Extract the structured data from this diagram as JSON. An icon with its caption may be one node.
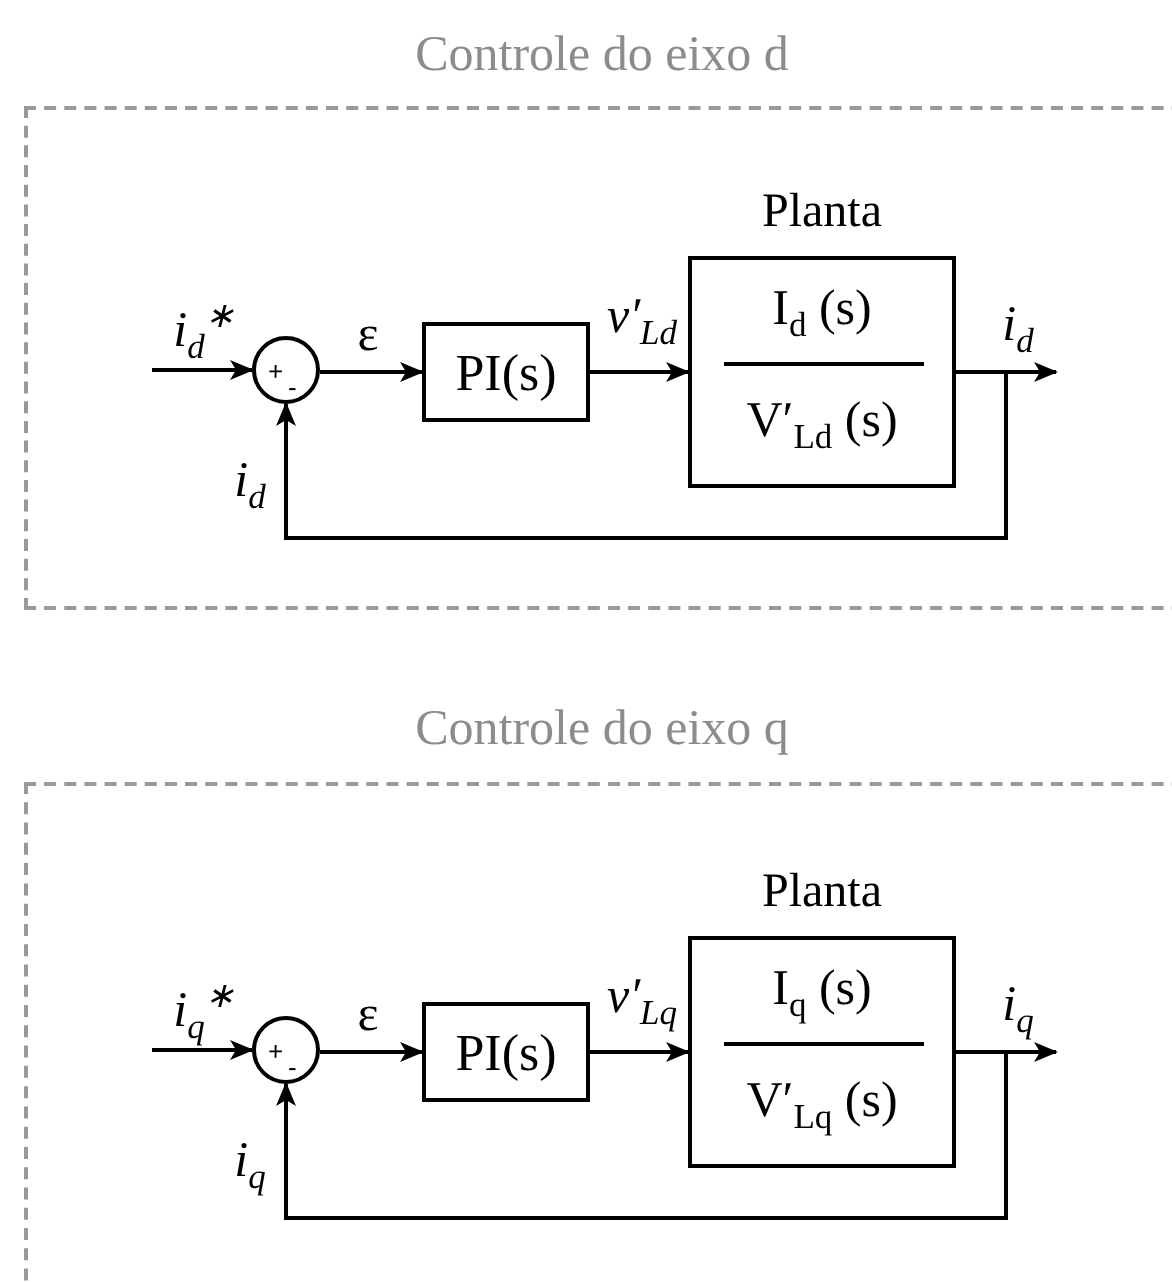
{
  "diagram": {
    "nodes": [
      {
        "text": [
          "Controle do eixo d"
        ]
      },
      {
        "text": [
          "+",
          "-"
        ],
        "in": 0
      },
      {
        "text": [
          "PI(s)"
        ],
        "in": 0
      },
      {
        "text": [
          "Planta",
          "I$_{d}$ (s)",
          "V′$_{Ld}$ (s)"
        ],
        "in": 0
      },
      {
        "text": [
          "Controle do eixo q"
        ]
      },
      {
        "text": [
          "+",
          "-"
        ],
        "in": 4
      },
      {
        "text": [
          "PI(s)"
        ],
        "in": 4
      },
      {
        "text": [
          "Planta",
          "I$_{q}$ (s)",
          "V′$_{Lq}$ (s)"
        ],
        "in": 4
      }
    ],
    "edges": [
      {
        "from": null,
        "to": 1,
        "arrow": "to",
        "label": "i$_{d}$$^{∗}$"
      },
      {
        "from": 1,
        "to": 2,
        "arrow": "to",
        "label": "ε"
      },
      {
        "from": 2,
        "to": 3,
        "arrow": "to",
        "label": "v′$_{Ld}$"
      },
      {
        "from": 3,
        "to": null,
        "arrow": "to",
        "label": "i$_{d}$"
      },
      {
        "from": 3,
        "to": 1,
        "arrow": "to",
        "label": "i$_{d}$"
      },
      {
        "from": null,
        "to": 5,
        "arrow": "to",
        "label": "i$_{q}$$^{∗}$"
      },
      {
        "from": 5,
        "to": 6,
        "arrow": "to",
        "label": "ε"
      },
      {
        "from": 6,
        "to": 7,
        "arrow": "to",
        "label": "v′$_{Lq}$"
      },
      {
        "from": 7,
        "to": null,
        "arrow": "to",
        "label": "i$_{q}$"
      },
      {
        "from": 7,
        "to": 5,
        "arrow": "to",
        "label": "i$_{q}$"
      }
    ]
  }
}
